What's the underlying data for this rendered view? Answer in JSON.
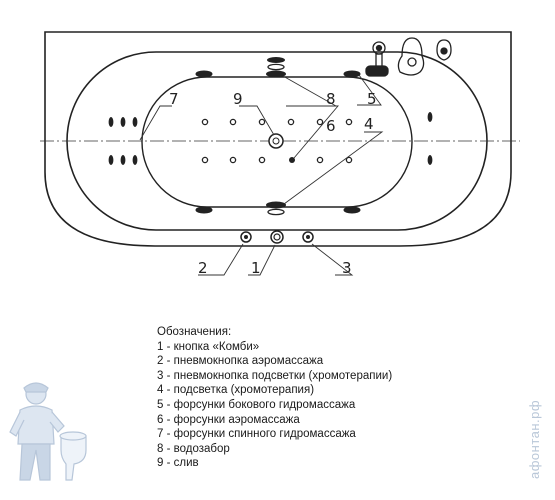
{
  "callouts": {
    "n1": "1",
    "n2": "2",
    "n3": "3",
    "n4": "4",
    "n5": "5",
    "n6": "6",
    "n7": "7",
    "n8": "8",
    "n9": "9"
  },
  "legend": {
    "title": "Обозначения:",
    "items": [
      "1 - кнопка «Комби»",
      "2 - пневмокнопка аэромассажа",
      "3 - пневмокнопка подсветки (хромотерапии)",
      "4 - подсветка (хромотерапия)",
      "5 - форсунки бокового гидромассажа",
      "6 - форсунки аэромассажа",
      "7 - форсунки спинного гидромассажа",
      "8 - водозабор",
      "9 - слив"
    ]
  },
  "watermark": "aфонтан.рф",
  "colors": {
    "line": "#222222",
    "watermark": "#b9c7d8",
    "mascot": "#c9d6e6"
  }
}
